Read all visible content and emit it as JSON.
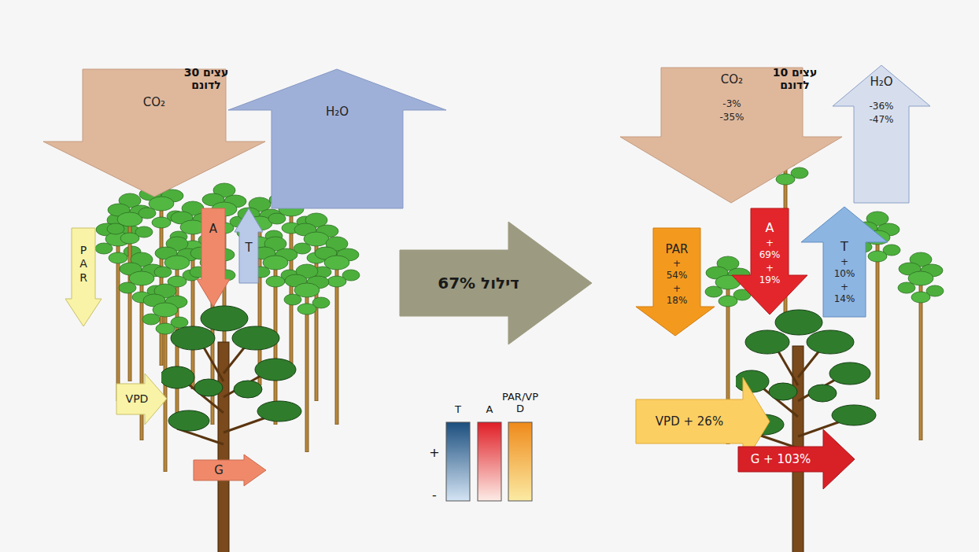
{
  "diagram": {
    "nodes": [
      {
        "text": [
          "CO₂"
        ]
      },
      {
        "text": [
          "H₂O"
        ]
      },
      {
        "text": [
          "PAR"
        ]
      },
      {
        "text": [
          "A"
        ]
      },
      {
        "text": [
          "T"
        ]
      },
      {
        "text": [
          "VPD"
        ]
      },
      {
        "text": [
          "G"
        ]
      },
      {
        "text": [
          "67% דילול"
        ]
      },
      {
        "text": [
          "CO₂",
          "-3%",
          "-35%"
        ]
      },
      {
        "text": [
          "H₂O",
          "-36%",
          "-47%"
        ]
      },
      {
        "text": [
          "PAR",
          "+ 54%",
          "+ 18%"
        ]
      },
      {
        "text": [
          "A",
          "+ 69%",
          "+ 19%"
        ]
      },
      {
        "text": [
          "T",
          "+ 10%",
          "+ 14%"
        ]
      },
      {
        "text": [
          "VPD + 26%"
        ]
      },
      {
        "text": [
          "G + 103%"
        ]
      }
    ],
    "labels": [
      "30 עצים לדונם",
      "10 עצים לדונם",
      "+",
      "-"
    ],
    "legend": [
      {
        "text": "T"
      },
      {
        "text": "A"
      },
      {
        "text": "PAR/VPD"
      }
    ]
  }
}
